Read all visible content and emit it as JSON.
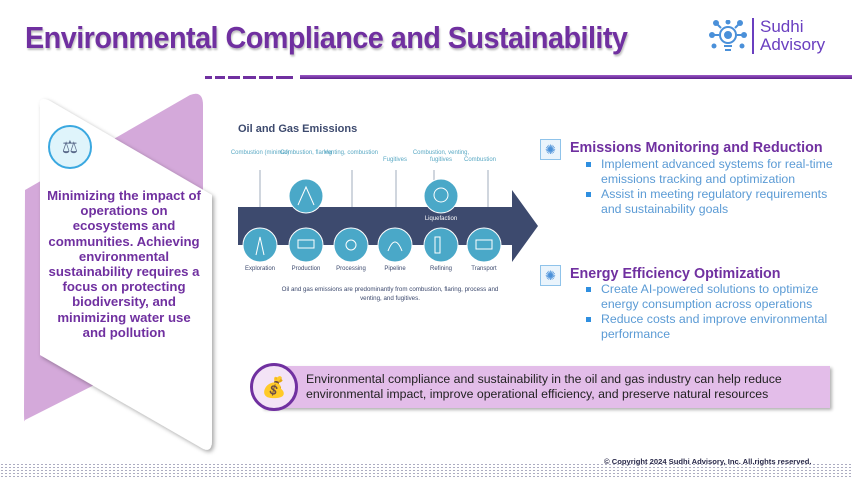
{
  "header": {
    "title": "Environmental Compliance and Sustainability",
    "logo": {
      "line1": "Sudhi",
      "line2": "Advisory",
      "icon": "lightbulb-network-icon"
    }
  },
  "left_panel": {
    "icon": "environment-balance-icon",
    "text": "Minimizing the impact of operations on ecosystems and communities. Achieving environmental sustainability requires a focus on protecting biodiversity, and minimizing water use and pollution"
  },
  "diagram": {
    "title": "Oil and Gas Emissions",
    "emissions": [
      "Combustion (minimal)",
      "Combustion, flaring",
      "Venting, combustion",
      "Fugitives",
      "Combustion, venting, fugitives",
      "Combustion"
    ],
    "stages": [
      "Exploration",
      "Production",
      "Processing",
      "Pipeline",
      "Refining",
      "Transport"
    ],
    "liquefaction": "Liquefaction",
    "caption": "Oil and gas emissions are predominantly from combustion, flaring, process and venting, and fugitives."
  },
  "sections": [
    {
      "heading": "Emissions Monitoring and Reduction",
      "bullets": [
        "Implement advanced systems for real-time emissions tracking and optimization",
        "Assist in meeting regulatory requirements and sustainability goals"
      ]
    },
    {
      "heading": "Energy Efficiency Optimization",
      "bullets": [
        "Create AI-powered solutions to optimize energy consumption across operations",
        "Reduce costs and improve environmental performance"
      ]
    }
  ],
  "banner": {
    "text": "Environmental compliance and sustainability in the oil and gas industry can help reduce environmental impact, improve operational efficiency, and preserve natural resources",
    "icon": "advisor-money-icon"
  },
  "footer": {
    "copyright": "© Copyright 2024 Sudhi Advisory, Inc. All.rights reserved."
  },
  "colors": {
    "accent": "#7030A0",
    "bullet": "#5b9bd5",
    "arrow": "#3d4a6e",
    "teal": "#4aa8c8"
  }
}
